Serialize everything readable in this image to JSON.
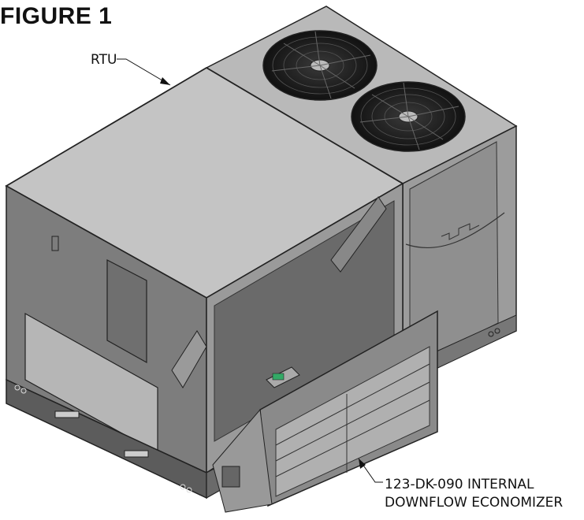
{
  "figure": {
    "title": "FIGURE 1"
  },
  "callouts": {
    "rtu": "RTU",
    "economizer_line1": "123-DK-090 INTERNAL",
    "economizer_line2": "DOWNFLOW ECONOMIZER"
  }
}
